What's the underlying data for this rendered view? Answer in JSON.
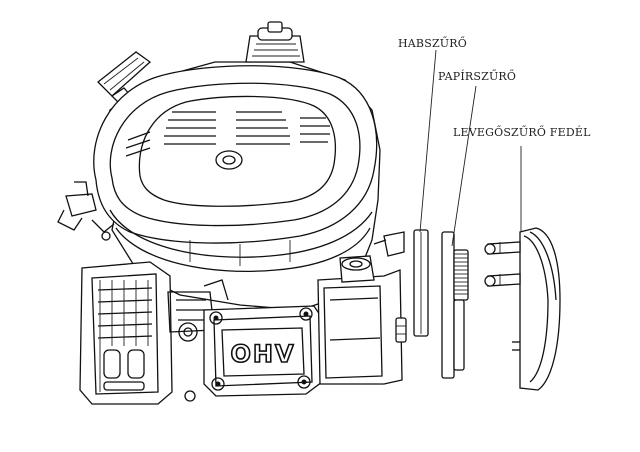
{
  "labels": {
    "foam_filter": "HABSZŰRŐ",
    "paper_filter": "PAPÍRSZŰRŐ",
    "filter_cover": "LEVEGŐSZŰRŐ FEDÉL"
  },
  "engine_badge": "OHV"
}
